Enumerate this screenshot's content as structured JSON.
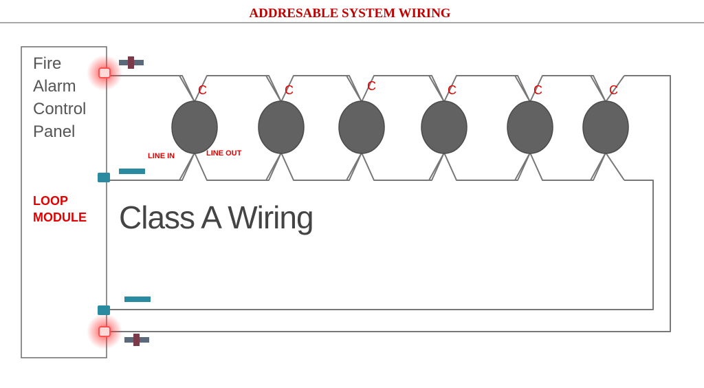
{
  "title": "ADDRESABLE SYSTEM WIRING",
  "panel_label": [
    "Fire",
    "Alarm",
    "Control",
    "Panel"
  ],
  "loop_module_label": [
    "LOOP",
    "MODULE"
  ],
  "class_label": "Class A Wiring",
  "device_tag": "C",
  "device_count": 6,
  "line_in_label": "LINE IN",
  "line_out_label": "LINE OUT",
  "terminals": [
    {
      "name": "top-positive-terminal",
      "sign": "positive"
    },
    {
      "name": "upper-negative-terminal",
      "sign": "negative"
    },
    {
      "name": "lower-negative-terminal",
      "sign": "negative"
    },
    {
      "name": "bottom-positive-terminal",
      "sign": "positive"
    }
  ],
  "colors": {
    "title": "#c00000",
    "red_label": "#e00000",
    "wire": "#777777",
    "device": "#626262",
    "terminal": "#2a8aa0",
    "positive_glow": "#ff3030",
    "panel_text": "#555555",
    "class_text": "#444444"
  }
}
